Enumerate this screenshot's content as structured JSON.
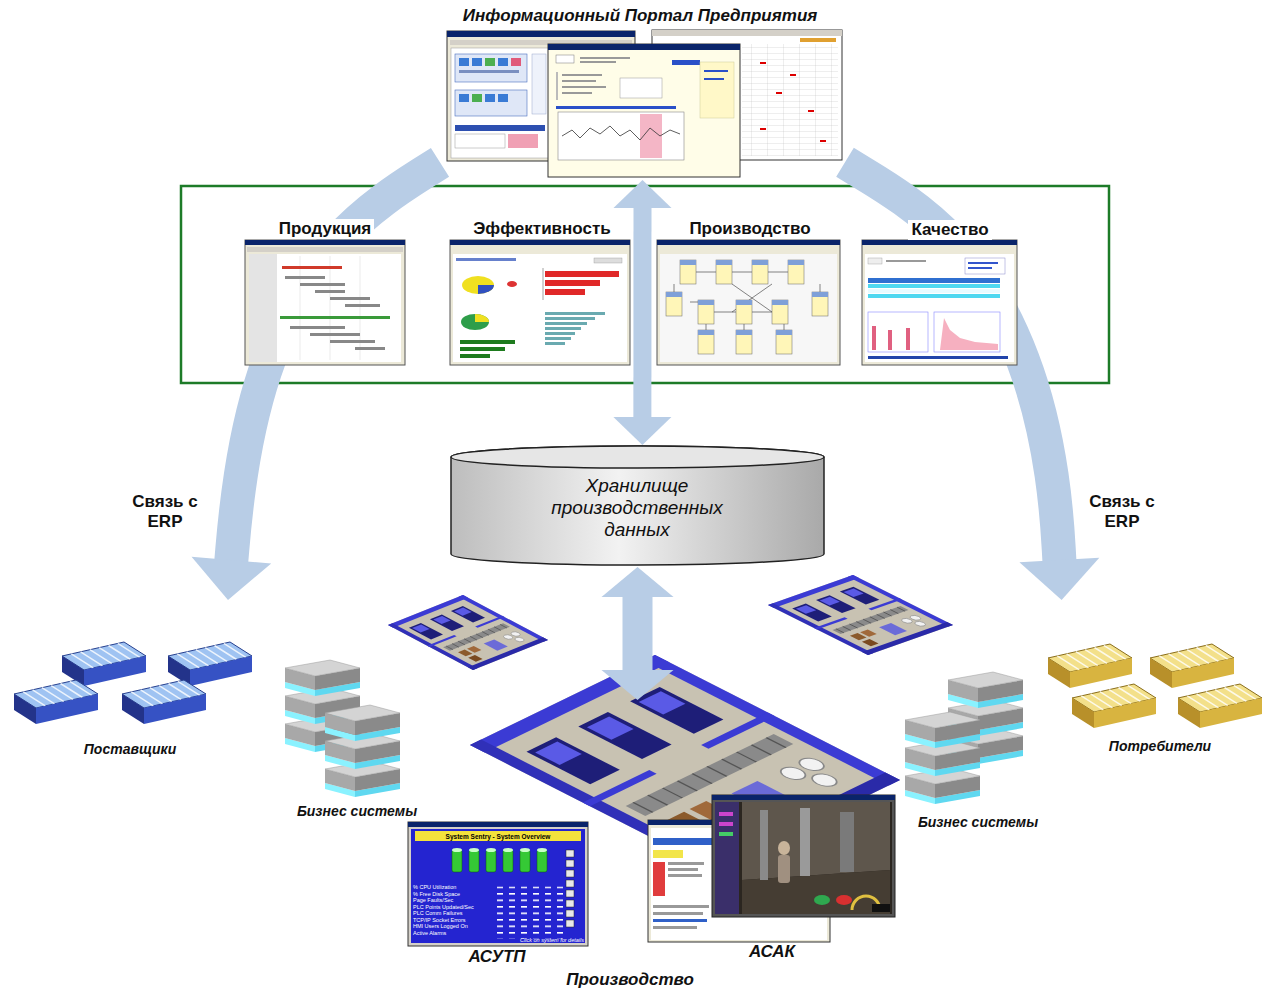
{
  "diagram": {
    "nodes": [
      {
        "text": [
          "Информационный Портал Предприятия"
        ]
      },
      {
        "text": [
          "Продукция"
        ]
      },
      {
        "text": [
          "Эффективность"
        ]
      },
      {
        "text": [
          "Производство"
        ]
      },
      {
        "text": [
          "Качество"
        ]
      },
      {
        "text": [
          "Хранилище производственных данных"
        ]
      },
      {
        "text": [
          "Поставщики"
        ]
      },
      {
        "text": [
          "Бизнес системы"
        ]
      },
      {
        "text": [
          "Производство"
        ]
      },
      {
        "text": [
          "АСУТП"
        ],
        "in": 8
      },
      {
        "text": [
          "АСАК"
        ],
        "in": 8
      },
      {
        "text": [
          "Бизнес системы"
        ]
      },
      {
        "text": [
          "Потребители"
        ]
      }
    ],
    "edges": [
      {
        "from": 0,
        "to": 6,
        "label": "Связь с ERP",
        "arrow": "to"
      },
      {
        "from": 0,
        "to": 12,
        "label": "Связь с ERP",
        "arrow": "to"
      },
      {
        "from": 0,
        "to": 5,
        "arrow": "both"
      },
      {
        "from": 5,
        "to": 8,
        "arrow": "both"
      }
    ],
    "labels": [
      "System Sentry - System Overview",
      "% CPU Utilization",
      "% Free Disk Space",
      "Page Faults/Sec",
      "PLC Points Updated/Sec",
      "PLC Comm Failures",
      "TCP/IP Socket Errors",
      "HMI Users Logged On",
      "Active Alarms",
      "Click on system for details"
    ]
  }
}
